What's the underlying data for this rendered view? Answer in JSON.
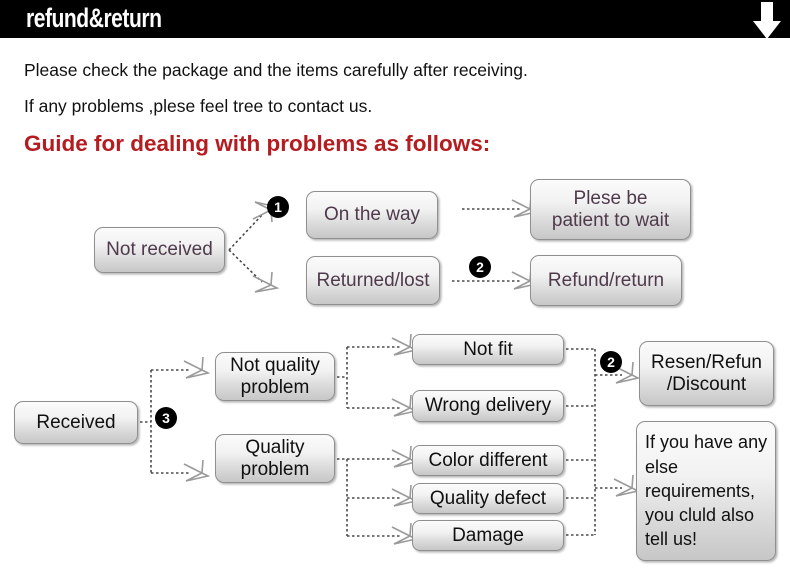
{
  "header": {
    "title": "refund&return",
    "arrow_icon": "arrow-down-icon",
    "background_color": "#000000",
    "text_color": "#ffffff"
  },
  "intro": {
    "line1": "Please check the package and the items carefully after receiving.",
    "line2": "If any problems ,plese feel tree to contact us.",
    "guide_title": "Guide for dealing with problems as follows:",
    "guide_title_color": "#b41c20"
  },
  "flow_not_received": {
    "start": "Not received",
    "step_badge_1": "1",
    "step_badge_2": "2",
    "branch_on_the_way": "On the way",
    "branch_returned_lost": "Returned/lost",
    "result_wait": "Plese be\npatient to wait",
    "result_refund": "Refund/return"
  },
  "flow_received": {
    "start": "Received",
    "step_badge_3": "3",
    "step_badge_2": "2",
    "branch_not_quality": "Not quality\nproblem",
    "branch_quality": "Quality\nproblem",
    "reasons_not_quality": [
      "Not fit",
      "Wrong delivery"
    ],
    "reasons_quality": [
      "Color different",
      "Quality defect",
      "Damage"
    ],
    "result_resend": "Resen/Refun\n/Discount",
    "note": "If you have any else requirements, you cluld also tell us!"
  },
  "style": {
    "box_text_color_purple": "#4f3a4c",
    "box_text_color_dark": "#101010",
    "box_border_color": "#8f8f8f"
  }
}
